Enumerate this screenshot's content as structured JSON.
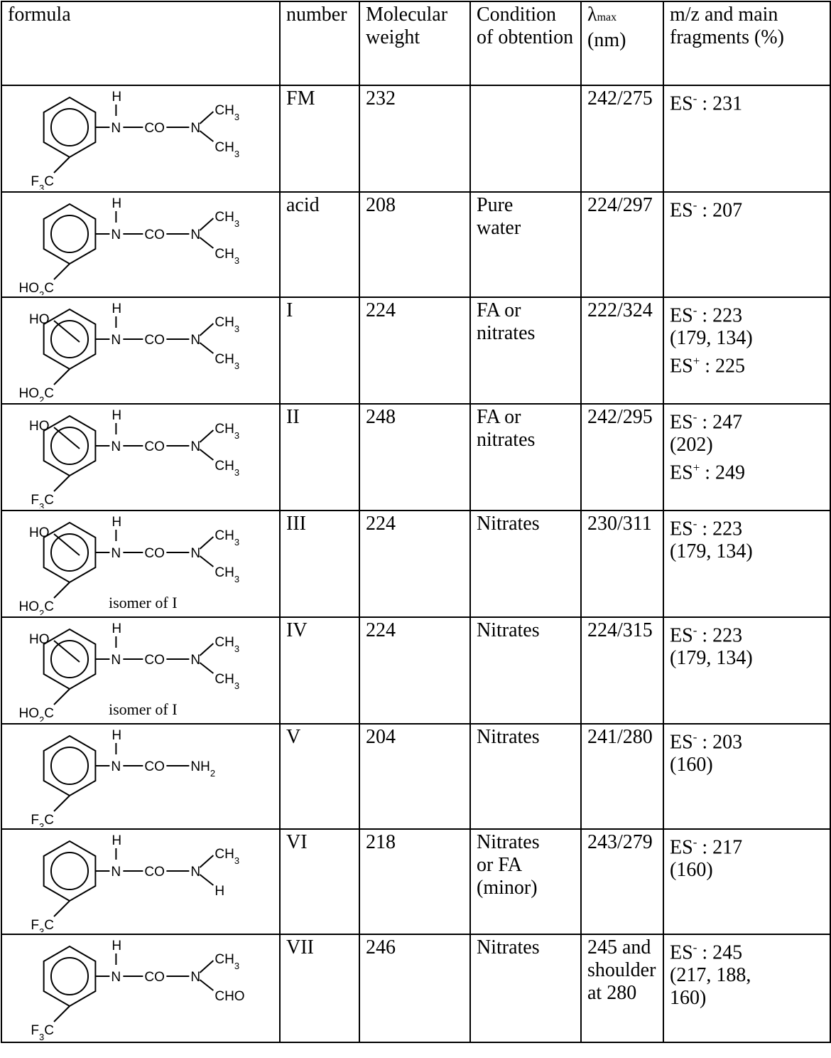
{
  "headers": {
    "formula": "formula",
    "number": "number",
    "mw": "Molecular weight",
    "condition": "Condition of obtention",
    "lambda_symbol": "λ",
    "lambda_sub": "max",
    "lambda_unit": "(nm)",
    "mz": "m/z and main fragments (%)"
  },
  "formula_labels": {
    "H": "H",
    "N": "N",
    "CO": "CO",
    "CH3": "CH3",
    "CHO": "CHO",
    "NH2": "NH2",
    "HO": "HO",
    "F3C": "F3C",
    "HO2C": "HO2C",
    "isomer": "isomer of I"
  },
  "rows": [
    {
      "number": "FM",
      "mw": "232",
      "condition": "",
      "lambda": "242/275",
      "mz": "ES- : 231"
    },
    {
      "number": "acid",
      "mw": "208",
      "condition": "Pure\nwater",
      "lambda": "224/297",
      "mz": "ES- : 207"
    },
    {
      "number": "I",
      "mw": "224",
      "condition": "FA or\nnitrates",
      "lambda": "222/324",
      "mz": "ES- : 223\n(179, 134)\nES+ : 225"
    },
    {
      "number": "II",
      "mw": "248",
      "condition": "FA or\nnitrates",
      "lambda": "242/295",
      "mz": "ES- : 247\n(202)\nES+ : 249"
    },
    {
      "number": "III",
      "mw": "224",
      "condition": "Nitrates",
      "lambda": "230/311",
      "mz": "ES- : 223\n(179, 134)"
    },
    {
      "number": "IV",
      "mw": "224",
      "condition": "Nitrates",
      "lambda": "224/315",
      "mz": "ES- : 223\n(179, 134)"
    },
    {
      "number": "V",
      "mw": "204",
      "condition": "Nitrates",
      "lambda": "241/280",
      "mz": "ES- : 203\n(160)"
    },
    {
      "number": "VI",
      "mw": "218",
      "condition": "Nitrates\nor FA\n(minor)",
      "lambda": "243/279",
      "mz": "ES- : 217\n(160)"
    },
    {
      "number": "VII",
      "mw": "246",
      "condition": "Nitrates",
      "lambda": "245 and\nshoulder\nat 280",
      "mz": "ES- : 245\n(217, 188,\n160)"
    }
  ]
}
